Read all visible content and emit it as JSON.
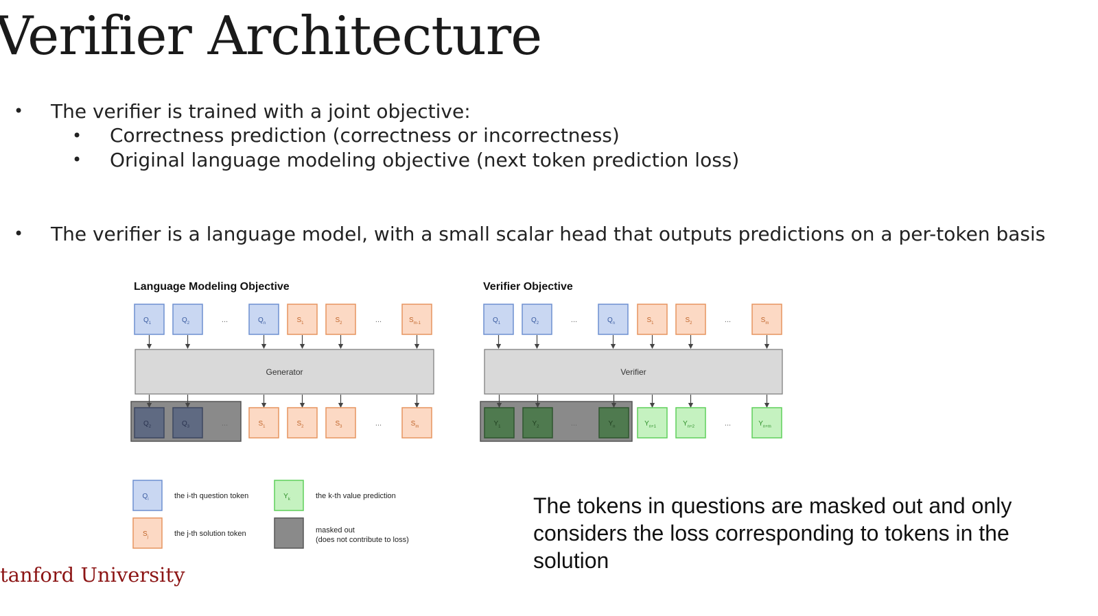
{
  "slide": {
    "title": "Verifier Architecture",
    "bullets": [
      {
        "text": "The verifier is trained with a joint objective:",
        "sub": [
          "Correctness prediction (correctness or incorrectness)",
          "Original language modeling objective (next token prediction loss)"
        ]
      },
      {
        "text": "The verifier is a language model, with a small scalar head that outputs predictions on a per-token basis"
      }
    ],
    "caption": "The tokens in questions are masked out and only considers the loss corresponding to tokens in the solution",
    "footer": "tanford University"
  },
  "diagram": {
    "colors": {
      "question": "#c9d7f2",
      "question_border": "#6d8fd0",
      "solution": "#fcd9c4",
      "solution_border": "#e6945e",
      "value": "#c5f2c0",
      "value_border": "#5fcf5a",
      "mask": "#8a8a8a",
      "mask_border": "#555555",
      "box": "#d9d9d9"
    },
    "left": {
      "title": "Language Modeling Objective",
      "model_label": "Generator",
      "inputs": [
        {
          "l": "Q",
          "s": "1",
          "t": "q"
        },
        {
          "l": "Q",
          "s": "2",
          "t": "q"
        },
        {
          "l": "...",
          "t": "e"
        },
        {
          "l": "Q",
          "s": "n",
          "t": "q"
        },
        {
          "l": "S",
          "s": "1",
          "t": "s"
        },
        {
          "l": "S",
          "s": "2",
          "t": "s"
        },
        {
          "l": "...",
          "t": "e"
        },
        {
          "l": "S",
          "s": "m-1",
          "t": "s"
        }
      ],
      "outputs": [
        {
          "l": "Q",
          "s": "2",
          "t": "qm"
        },
        {
          "l": "Q",
          "s": "3",
          "t": "qm"
        },
        {
          "l": "...",
          "t": "em"
        },
        {
          "l": "S",
          "s": "1",
          "t": "s"
        },
        {
          "l": "S",
          "s": "2",
          "t": "s"
        },
        {
          "l": "S",
          "s": "3",
          "t": "s"
        },
        {
          "l": "...",
          "t": "e"
        },
        {
          "l": "S",
          "s": "m",
          "t": "s"
        }
      ]
    },
    "right": {
      "title": "Verifier Objective",
      "model_label": "Verifier",
      "inputs": [
        {
          "l": "Q",
          "s": "1",
          "t": "q"
        },
        {
          "l": "Q",
          "s": "2",
          "t": "q"
        },
        {
          "l": "...",
          "t": "e"
        },
        {
          "l": "Q",
          "s": "n",
          "t": "q"
        },
        {
          "l": "S",
          "s": "1",
          "t": "s"
        },
        {
          "l": "S",
          "s": "2",
          "t": "s"
        },
        {
          "l": "...",
          "t": "e"
        },
        {
          "l": "S",
          "s": "m",
          "t": "s"
        }
      ],
      "outputs": [
        {
          "l": "Y",
          "s": "1",
          "t": "vm"
        },
        {
          "l": "Y",
          "s": "2",
          "t": "vm"
        },
        {
          "l": "...",
          "t": "em"
        },
        {
          "l": "Y",
          "s": "n",
          "t": "vm"
        },
        {
          "l": "Y",
          "s": "n+1",
          "t": "v"
        },
        {
          "l": "Y",
          "s": "n+2",
          "t": "v"
        },
        {
          "l": "...",
          "t": "e"
        },
        {
          "l": "Y",
          "s": "n+m",
          "t": "v"
        }
      ]
    },
    "legend": [
      {
        "l": "Q",
        "s": "i",
        "t": "q",
        "text": "the i-th question token"
      },
      {
        "l": "Y",
        "s": "k",
        "t": "v",
        "text": "the k-th value prediction"
      },
      {
        "l": "S",
        "s": "j",
        "t": "s",
        "text": "the j-th solution token"
      },
      {
        "l": "",
        "t": "mask",
        "text": "masked out (does not contribute to loss)"
      }
    ]
  }
}
